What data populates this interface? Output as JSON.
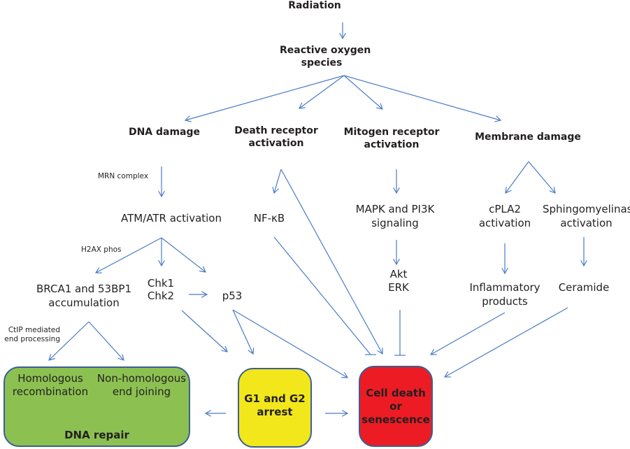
{
  "diagram": {
    "colors": {
      "arrow": "#4a7cc4",
      "box_border": "#3a5f93",
      "dna_repair": "#8cc152",
      "arrest": "#f2e71b",
      "cell_death": "#ed1c24"
    },
    "nodes": {
      "radiation": "Radiation",
      "ros_line1": "Reactive oxygen",
      "ros_line2": "species",
      "dna_damage": "DNA damage",
      "death_receptor_line1": "Death receptor",
      "death_receptor_line2": "activation",
      "mitogen_line1": "Mitogen receptor",
      "mitogen_line2": "activation",
      "membrane_damage": "Membrane damage",
      "atm_atr": "ATM/ATR activation",
      "nfkb": "NF-κB",
      "mapk_line1": "MAPK and PI3K",
      "mapk_line2": "signaling",
      "cpla2_line1": "cPLA2",
      "cpla2_line2": "activation",
      "sphingo_line1": "Sphingomyelinase",
      "sphingo_line2": "activation",
      "brca_line1": "BRCA1 and 53BP1",
      "brca_line2": "accumulation",
      "chk1": "Chk1",
      "chk2": "Chk2",
      "p53": "p53",
      "akt": "Akt",
      "erk": "ERK",
      "inflam_line1": "Inflammatory",
      "inflam_line2": "products",
      "ceramide": "Ceramide"
    },
    "edge_labels": {
      "mrn": "MRN complex",
      "h2ax": "H2AX phos",
      "ctip_line1": "CtIP mediated",
      "ctip_line2": "end processing"
    },
    "outcomes": {
      "dna_repair": {
        "hr_line1": "Homologous",
        "hr_line2": "recombination",
        "nhej_line1": "Non-homologous",
        "nhej_line2": "end joining",
        "title": "DNA repair"
      },
      "arrest": {
        "line1": "G1 and G2",
        "line2": "arrest"
      },
      "cell_death": {
        "line1": "Cell death",
        "line2": "or",
        "line3": "senescence"
      }
    }
  }
}
